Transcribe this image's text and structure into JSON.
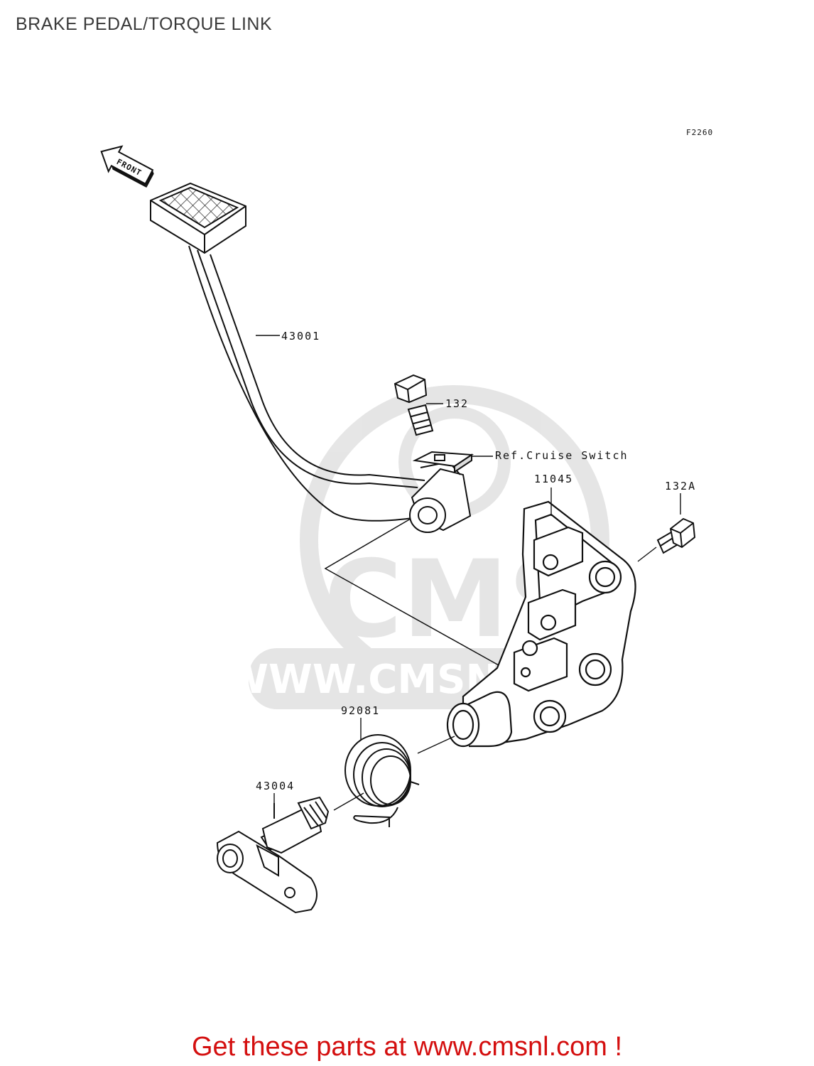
{
  "title": "BRAKE PEDAL/TORQUE LINK",
  "figure_code": "F2260",
  "direction_arrow": {
    "label": "FRONT"
  },
  "callouts": {
    "brake_pedal": "43001",
    "bolt_132": "132",
    "cruise_switch_ref": "Ref.Cruise Switch",
    "bracket": "11045",
    "bolt_132a": "132A",
    "spring": "92081",
    "shaft_lever": "43004"
  },
  "watermark": {
    "logo_text": "CMS",
    "url_text": "WWW.CMSNL.COM"
  },
  "footer": {
    "text": "Get these parts at www.cmsnl.com !",
    "color": "#d40f0f"
  }
}
